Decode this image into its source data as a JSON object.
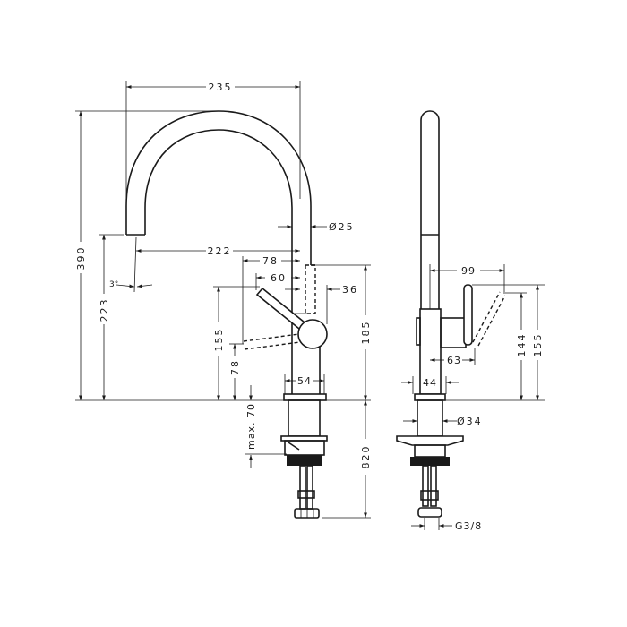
{
  "drawing": {
    "front_view": {
      "dimensions": {
        "spout_reach_total": "235",
        "total_height": "390",
        "spout_outlet_height": "223",
        "spout_reach": "222",
        "spout_angle": "3°",
        "lever_reach_open": "78",
        "lever_reach": "60",
        "body_offset": "36",
        "spout_diameter": "Ø25",
        "body_height": "185",
        "lever_height": "155",
        "lever_height_open": "78",
        "max_counter_thickness": "max. 70",
        "base_width": "54",
        "hose_length": "820"
      }
    },
    "side_view": {
      "dimensions": {
        "lever_depth": "99",
        "lever_height_open": "144",
        "lever_height": "155",
        "handle_depth": "63",
        "base_diameter": "44",
        "shank_diameter": "Ø34",
        "connection_thread": "G3/8"
      }
    },
    "line_color": "#1a1a1a"
  }
}
